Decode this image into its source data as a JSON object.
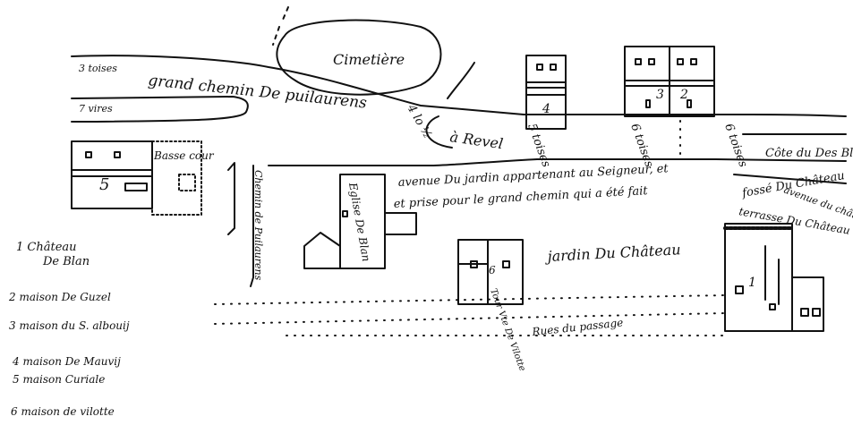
{
  "map": {
    "labels": {
      "cimetiere": "Cimetière",
      "grand_chemin": "grand chemin De puilaurens",
      "a_revel": "à Revel",
      "distance": "4 lo ½",
      "pieces_hautes": "5 toises",
      "pieces_middle": "6 toises",
      "pieces_right": "6 toises",
      "cote_du_blan": "Côte du Des Blan",
      "basse_cour": "Basse cour",
      "avenue": "avenue Du jardin appartenant au Seigneur, et",
      "avenue2": "et prise pour le grand chemin qui a été fait",
      "eglise": "Eglise De Blan",
      "chemin_vert": "Chemin de Puilaurens",
      "jardin": "jardin Du Château",
      "fosse": "fossé Du Château",
      "avenue_chateau": "avenue du château",
      "terrasse": "terrasse Du Château",
      "rues_passage": "Rues du passage",
      "tour": "Tour Vte De Vilotte",
      "left_edge_1": "3 toises",
      "left_edge_2": "7 vires"
    },
    "house_numbers": {
      "h1": "1",
      "h2": "2",
      "h3": "3",
      "h4": "4",
      "h5": "5",
      "h6": "6"
    }
  },
  "legend": {
    "item1a": "1 Château",
    "item1b": "De Blan",
    "item2": "2 maison De Guzel",
    "item3": "3 maison du S. albouij",
    "item4": "4 maison De Mauvij",
    "item5": "5 maison Curiale",
    "item6": "6 maison de vilotte"
  }
}
